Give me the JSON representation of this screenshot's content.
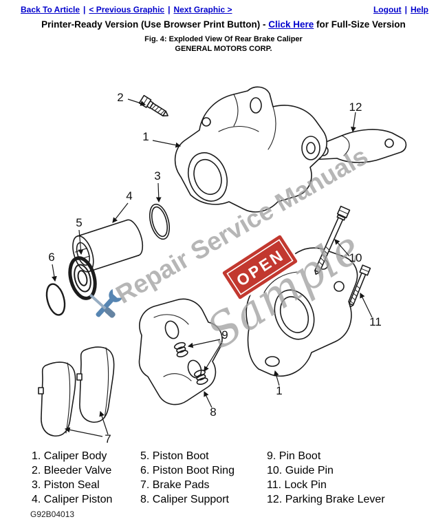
{
  "nav": {
    "back_to_article": "Back To Article",
    "previous_graphic": "< Previous Graphic",
    "next_graphic": "Next Graphic >",
    "logout": "Logout",
    "help": "Help",
    "sep": "|"
  },
  "header": {
    "printer_prefix": "Printer-Ready Version (Use Browser Print Button) - ",
    "click_here_label": "Click Here",
    "printer_suffix": " for Full-Size Version",
    "figure_caption": "Fig. 4: Exploded View Of Rear Brake Caliper",
    "company": "GENERAL MOTORS CORP."
  },
  "diagram": {
    "watermark_text": "Repair Service Manuals",
    "sample_text": "Sample",
    "open_sign_text": "OPEN",
    "figure_code": "G92B04013",
    "callouts": {
      "caliper_body": "1",
      "bleeder_valve": "2",
      "piston_seal": "3",
      "caliper_piston": "4",
      "piston_boot": "5",
      "piston_boot_ring": "6",
      "brake_pads": "7",
      "caliper_support": "8",
      "pin_boot": "9",
      "guide_pin": "10",
      "lock_pin": "11",
      "parking_brake_lever": "12",
      "caliper_body_lower": "1"
    }
  },
  "legend": {
    "col1": [
      "1. Caliper Body",
      "2. Bleeder Valve",
      "3. Piston Seal",
      "4. Caliper Piston"
    ],
    "col2": [
      "5. Piston Boot",
      "6. Piston Boot Ring",
      "7. Brake Pads",
      "8. Caliper Support"
    ],
    "col3": [
      "9. Pin Boot",
      "10. Guide Pin",
      "11. Lock Pin",
      "12. Parking Brake Lever"
    ]
  },
  "colors": {
    "link_blue": "#0000cc",
    "watermark_gray": "#a2a2a2",
    "open_sign_red": "#c2382f",
    "line_color": "#1b1b1b"
  }
}
